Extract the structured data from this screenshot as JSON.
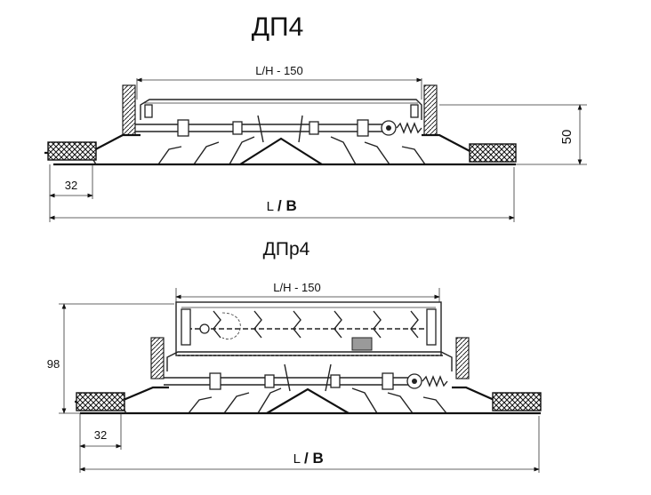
{
  "top_diagram": {
    "title": "ДП4",
    "inner_dim": "L/H - 150",
    "height_dim": "50",
    "edge_dim": "32",
    "overall_dim_prefix": "L",
    "overall_dim_bold": "/ B"
  },
  "bottom_diagram": {
    "title": "ДПр4",
    "inner_dim": "L/H - 150",
    "height_dim": "98",
    "edge_dim": "32",
    "overall_dim_prefix": "L",
    "overall_dim_bold": "/ B"
  }
}
